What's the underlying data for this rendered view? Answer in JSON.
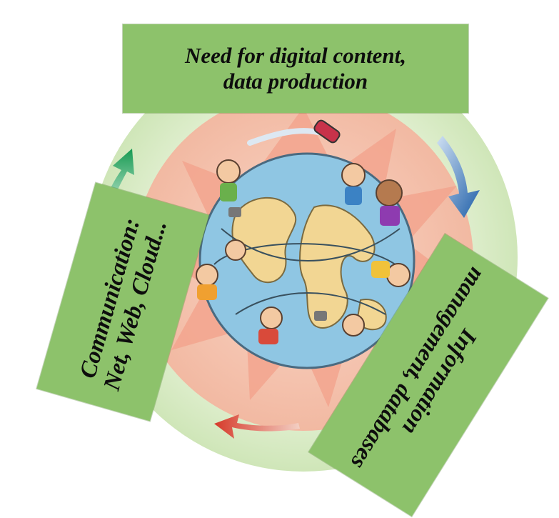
{
  "boxes": {
    "top": {
      "line1": "Need for digital content,",
      "line2": "data production"
    },
    "right": {
      "line1": "Information",
      "line2": "management, databases"
    },
    "left": {
      "line1": "Communication:",
      "line2": "Net, Web, Cloud..."
    }
  },
  "colors": {
    "box_fill": "#8dc26b",
    "outer_ring": "#cfe6b8",
    "star": "#f2a58e",
    "center_disc": "#f6c7b4",
    "globe_ocean": "#8fc6e3",
    "globe_land": "#f2d693",
    "arrow_blue": "#1f5fa8",
    "arrow_red": "#d63a2a",
    "arrow_green": "#169a52"
  },
  "icons": [
    "globe-illustration",
    "children-holding-hands",
    "cycle-arrows"
  ]
}
